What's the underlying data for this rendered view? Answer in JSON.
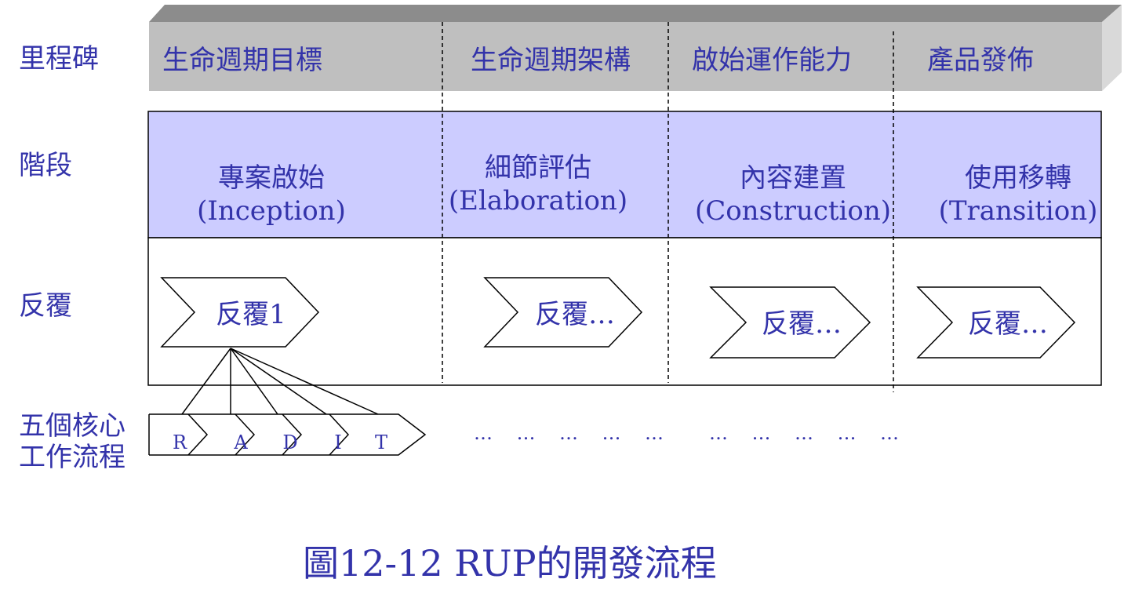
{
  "row_labels": {
    "milestone": "里程碑",
    "phase": "階段",
    "iteration": "反覆",
    "core_workflows_line1": "五個核心",
    "core_workflows_line2": "工作流程"
  },
  "milestones": [
    "生命週期目標",
    "生命週期架構",
    "啟始運作能力",
    "產品發佈"
  ],
  "phases": [
    {
      "name": "專案啟始",
      "english": "(Inception)"
    },
    {
      "name": "細節評估",
      "english": "(Elaboration)"
    },
    {
      "name": "內容建置",
      "english": "(Construction)"
    },
    {
      "name": "使用移轉",
      "english": "(Transition)"
    }
  ],
  "iterations": [
    "反覆1",
    "反覆…",
    "反覆…",
    "反覆…"
  ],
  "workflows": [
    "R",
    "A",
    "D",
    "I",
    "T"
  ],
  "ellipses": [
    "……………",
    "……………"
  ],
  "caption": "圖12-12 RUP的開發流程",
  "colors": {
    "text": "#3333aa",
    "milestone_bar": "#bfbfbf",
    "milestone_bar_top": "#8c8c8c",
    "milestone_bar_side": "#d9d9d9",
    "phase_fill": "#ccccff",
    "line": "#000000"
  }
}
